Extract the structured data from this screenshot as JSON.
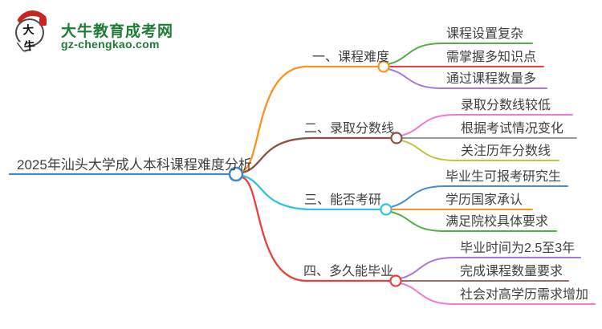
{
  "logo": {
    "icon": "daniu-speech-bubble-logo",
    "icon_text": "大牛",
    "title": "大牛教育成考网",
    "domain": "gz-chengkao.com"
  },
  "central": {
    "label": "2025年汕头大学成人本科课程难度分析"
  },
  "branches": [
    {
      "label": "一、课程难度",
      "color": "#f7941e",
      "children": [
        {
          "label": "课程设置复杂",
          "color": "#52ae46"
        },
        {
          "label": "需掌握多知识点",
          "color": "#e8413c"
        },
        {
          "label": "通过课程数量多",
          "color": "#a679dd"
        }
      ]
    },
    {
      "label": "二、录取分数线",
      "color": "#8d5246",
      "children": [
        {
          "label": "录取分数线较低",
          "color": "#ee7ad0"
        },
        {
          "label": "根据考试情况变化",
          "color": "#9a9a9a"
        },
        {
          "label": "关注历年分数线",
          "color": "#c2c63c"
        }
      ]
    },
    {
      "label": "三、能否考研",
      "color": "#35c3dc",
      "children": [
        {
          "label": "毕业生可报考研究生",
          "color": "#468ed0"
        },
        {
          "label": "学历国家承认",
          "color": "#f7941e"
        },
        {
          "label": "满足院校具体要求",
          "color": "#52ae46"
        }
      ]
    },
    {
      "label": "四、多久能毕业",
      "color": "#e8413c",
      "children": [
        {
          "label": "毕业时间为2.5至3年",
          "color": "#a679dd"
        },
        {
          "label": "完成课程数量要求",
          "color": "#9e6b61"
        },
        {
          "label": "社会对高学历需求增加",
          "color": "#ee7ad0"
        }
      ]
    }
  ],
  "colors": {
    "central": "#4189c7",
    "text": "#3f3f3f",
    "logo_green": "#1f7c36",
    "background": "#ffffff"
  }
}
